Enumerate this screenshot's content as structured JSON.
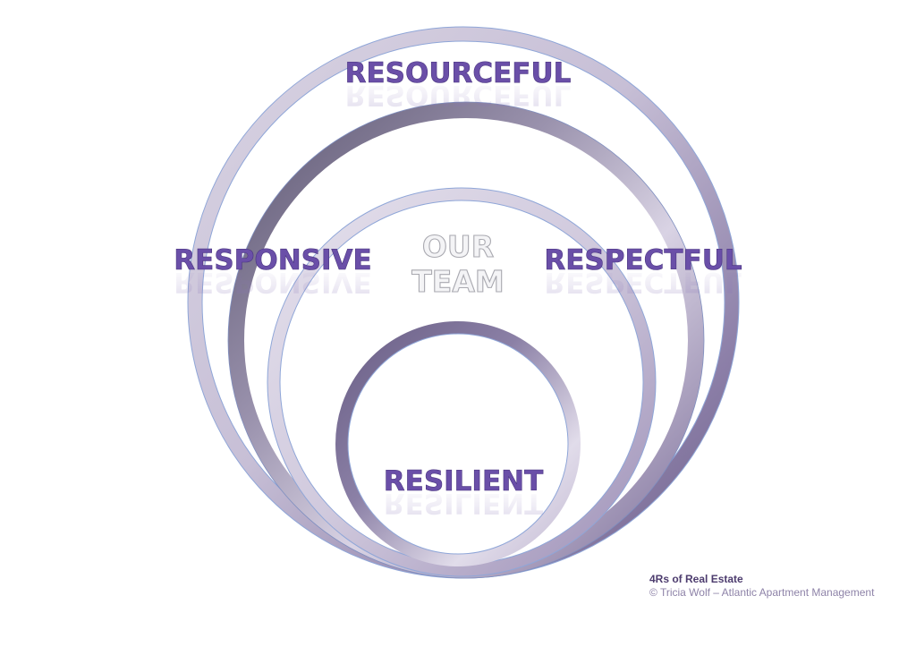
{
  "diagram": {
    "labels": {
      "outer": "RESOURCEFUL",
      "left": "RESPONSIVE",
      "right": "RESPECTFUL",
      "inner": "RESILIENT",
      "center_line1": "OUR",
      "center_line2": "TEAM"
    },
    "colors": {
      "label_fill": "#6a4fa8",
      "ring_light": "#e8e4ef",
      "ring_mid": "#b7adc9",
      "ring_dark": "#6b5e86",
      "ring_outline": "#8fa6d8"
    }
  },
  "footer": {
    "title": "4Rs of Real Estate",
    "credit": "© Tricia Wolf – Atlantic Apartment Management"
  }
}
